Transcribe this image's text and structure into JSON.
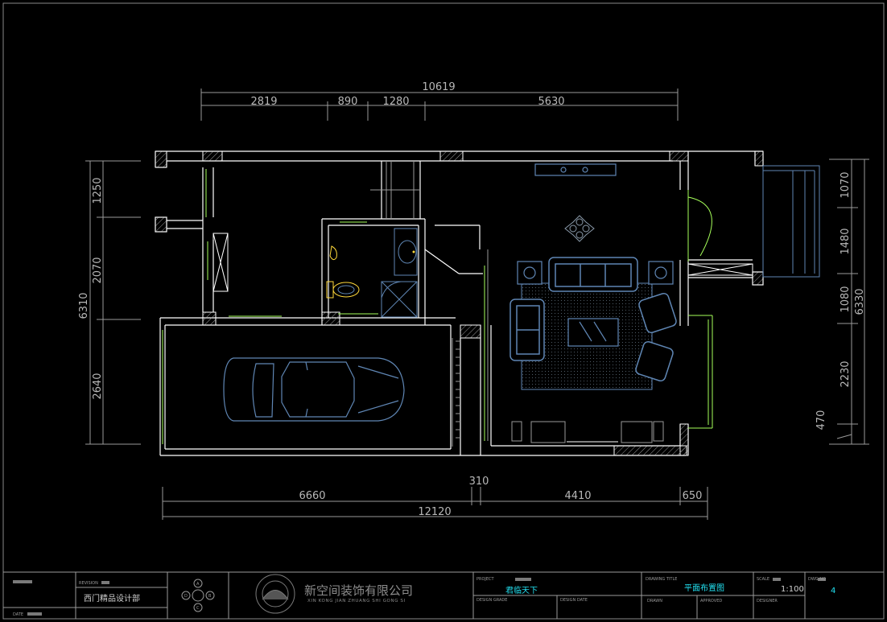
{
  "plan": {
    "dimensions_top": {
      "overall": "10619",
      "segments": [
        "2819",
        "890",
        "1280",
        "5630"
      ]
    },
    "dimensions_bottom": {
      "overall": "12120",
      "segments": [
        "6660",
        "310",
        "4410",
        "650"
      ]
    },
    "dimensions_left": {
      "overall": "6310",
      "segments": [
        "1250",
        "2070",
        "2640"
      ]
    },
    "dimensions_right": {
      "overall": "6330",
      "segments": [
        "1070",
        "1480",
        "1080",
        "2230",
        "470"
      ]
    }
  },
  "title_block": {
    "designer": "西门精品设计部",
    "date_label": "DATE",
    "revision_label": "REVISION",
    "compass": [
      "A",
      "B",
      "C",
      "D"
    ],
    "company_cn": "新空间装饰有限公司",
    "company_en": "XIN KONG JIAN ZHUANG SHI GONG SI",
    "project_label": "PROJECT",
    "project_name": "君临天下",
    "design_grade_label": "DESIGN GRADE",
    "design_date_label": "DESIGN DATE",
    "drawing_title_label": "DRAWING TITLE",
    "drawing_title": "平面布置图",
    "drawn_label": "DRAWN",
    "approved_label": "APPROVED",
    "scale_label": "SCALE",
    "scale": "1:100",
    "designer_label": "DESIGNER",
    "drawing_no_label": "DWG NO",
    "drawing_no": "4"
  },
  "colors": {
    "background": "#000000",
    "wall": "#ffffff",
    "dimension": "#9a9a9a",
    "furniture": "#5f86b4",
    "door": "#a6ff5a",
    "fixture": "#ffd93b",
    "accent_text": "#22e0f0"
  }
}
